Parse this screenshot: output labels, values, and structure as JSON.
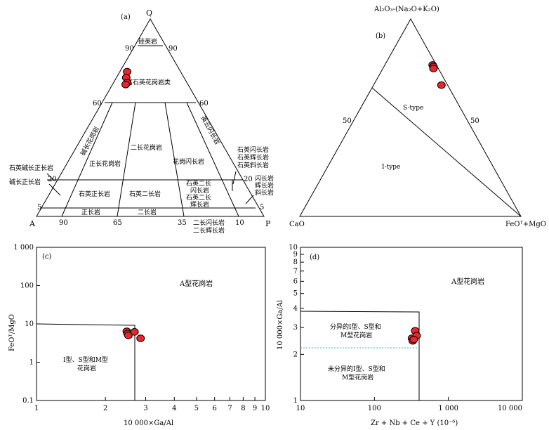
{
  "panel_a": {
    "label": "(a)",
    "apex_q": "Q",
    "apex_a": "A",
    "apex_p": "P",
    "tick_90l": "90",
    "tick_90r": "90",
    "tick_60l": "60",
    "tick_60r": "60",
    "tick_20l": "20",
    "tick_20r": "20",
    "tick_5l": "5",
    "tick_5r": "5",
    "base_90": "90",
    "base_65": "65",
    "base_35": "35",
    "base_10": "10",
    "field_quartzolite": "硅英岩",
    "field_quartz_rich": "富石英花岗岩类",
    "field_alkali_granite": "碱长花岗岩",
    "field_syenogranite": "正长花岗岩",
    "field_monzogranite": "二长花岗岩",
    "field_granodiorite": "花岗闪长岩",
    "field_tonalite": "英云闪长岩",
    "field_qtz_syenite": "石英正长岩",
    "field_qtz_monzonite": "石英二长岩",
    "field_qtz_monzodiorite_1": "石英二长",
    "field_qtz_monzodiorite_2": "闪长岩",
    "field_qtz_monzogabbro_1": "石英二长",
    "field_qtz_monzogabbro_2": "辉长岩",
    "field_syenite": "正长岩",
    "field_monzonite": "二长岩",
    "field_monzodiorite": "二长闪长岩",
    "field_monzogabbro": "二长辉长岩",
    "left_qtz_alkali_syenite": "石英碱长正长岩",
    "left_alkali_syenite": "碱长正长岩",
    "right_qtz_1": "石英闪长岩",
    "right_qtz_2": "石英辉长岩",
    "right_qtz_3": "石英斜长岩",
    "right_1": "闪长岩",
    "right_2": "辉长岩",
    "right_3": "斜长岩",
    "points": [
      {
        "q": 73.3,
        "a": 23.5
      },
      {
        "q": 70.3,
        "a": 25.4
      },
      {
        "q": 67.7,
        "a": 26.3
      },
      {
        "q": 66.8,
        "a": 27.4
      }
    ]
  },
  "panel_b": {
    "label": "(b)",
    "apex_top": "Al₂O₃-(Na₂O+K₂O)",
    "apex_left": "CaO",
    "apex_right": "FeOᵀ+MgO",
    "tick_50l": "50",
    "tick_50r": "50",
    "field_s": "S-type",
    "field_i": "I-type",
    "points": [
      {
        "top": 76.7,
        "right": 21.6
      },
      {
        "top": 75.9,
        "right": 22.4
      },
      {
        "top": 74.9,
        "right": 22.9
      },
      {
        "top": 66.5,
        "right": 30.7
      }
    ]
  },
  "panel_c": {
    "label": "(c)",
    "x_axis_label": "10 000×Ga/Al",
    "y_axis_label": "FeOᵀ/MgO",
    "y_ticks": [
      "0.1",
      "1",
      "10",
      "100",
      "1 000"
    ],
    "x_ticks": [
      "1",
      "2",
      "3",
      "4",
      "5",
      "6",
      "7",
      "8",
      "9",
      "10"
    ],
    "field_a": "A型花岗岩",
    "field_ism_1": "I型、S型和M型",
    "field_ism_2": "花岗岩",
    "points": [
      {
        "x": 2.48,
        "y": 6.4
      },
      {
        "x": 2.5,
        "y": 5.6
      },
      {
        "x": 2.52,
        "y": 5.0
      },
      {
        "x": 2.68,
        "y": 6.2
      },
      {
        "x": 2.85,
        "y": 4.2
      }
    ]
  },
  "panel_d": {
    "label": "(d)",
    "x_axis_label": "Zr + Nb + Ce + Y (10⁻⁶)",
    "y_axis_label": "10 000×Ga/Al",
    "y_ticks": [
      "1",
      "2",
      "3",
      "4",
      "5",
      "6",
      "7",
      "8",
      "9",
      "10"
    ],
    "x_ticks": [
      "10",
      "100",
      "1 000",
      "10 000"
    ],
    "field_a": "A型花岗岩",
    "field_frac_1": "分异的I型、S型和",
    "field_frac_2": "M型花岗岩",
    "field_unfrac_1": "未分异的I型、S型和",
    "field_unfrac_2": "M型花岗岩",
    "points": [
      {
        "x": 322,
        "y": 2.55
      },
      {
        "x": 330,
        "y": 2.45
      },
      {
        "x": 355,
        "y": 2.85
      },
      {
        "x": 372,
        "y": 2.65
      },
      {
        "x": 340,
        "y": 2.5
      }
    ]
  }
}
